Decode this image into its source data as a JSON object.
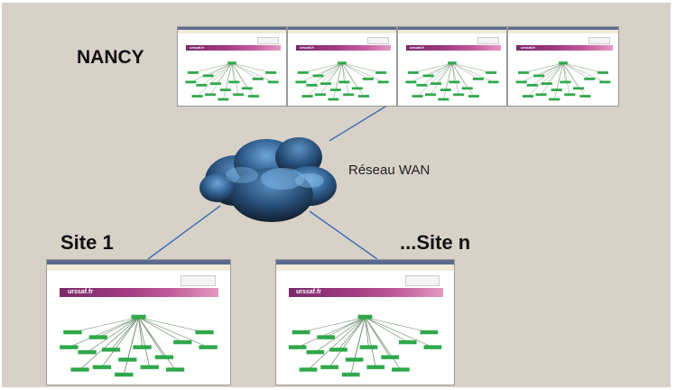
{
  "labels": {
    "nancy": "NANCY",
    "wan": "Réseau WAN",
    "site1": "Site 1",
    "siten": "...Site n"
  },
  "screens": {
    "banner_logo": "urssaf.fr"
  },
  "colors": {
    "background": "#d8d1c8",
    "link_line": "#3a6fb3",
    "cloud_dark": "#1e3550",
    "cloud_light": "#4b83b8",
    "tree_node": "#2fa84a",
    "banner": "#8e2f78"
  }
}
